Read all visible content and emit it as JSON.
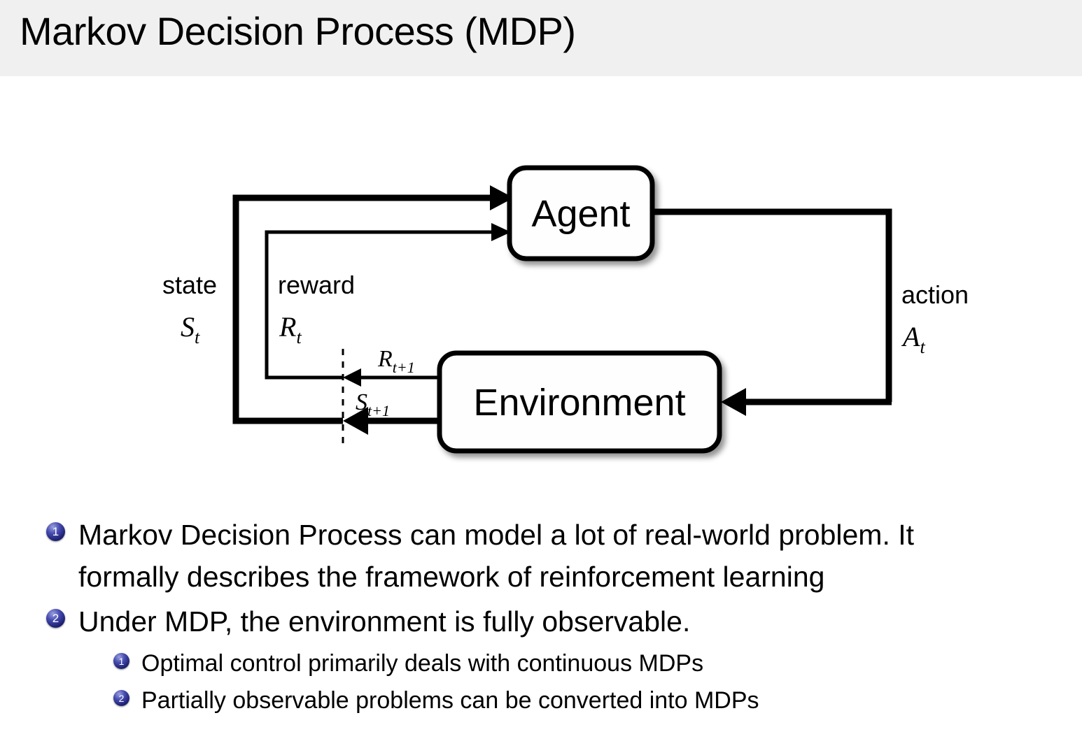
{
  "slide": {
    "title": "Markov Decision Process (MDP)"
  },
  "diagram": {
    "name": "agent-environment-interaction-loop",
    "nodes": {
      "agent": "Agent",
      "environment": "Environment"
    },
    "edges": {
      "state_label": "state",
      "state_symbol": "S",
      "state_symbol_sub": "t",
      "reward_label": "reward",
      "reward_symbol": "R",
      "reward_symbol_sub": "t",
      "action_label": "action",
      "action_symbol": "A",
      "action_symbol_sub": "t",
      "next_reward_symbol": "R",
      "next_reward_sub": "t+1",
      "next_state_symbol": "S",
      "next_state_sub": "t+1"
    }
  },
  "bullets": [
    {
      "marker": "1",
      "line1": "Markov Decision Process can model a lot of real-world problem.  It",
      "line2": "formally describes the framework of reinforcement learning"
    },
    {
      "marker": "2",
      "line1": "Under MDP, the environment is fully observable.",
      "line2": ""
    }
  ],
  "subbullets": [
    {
      "marker": "1",
      "text": "Optimal control primarily deals with continuous MDPs"
    },
    {
      "marker": "2",
      "text": "Partially observable problems can be converted into MDPs"
    }
  ],
  "colors": {
    "header_bg": "#f0f0f0",
    "page_bg": "#ffffff",
    "text": "#000000",
    "marker_blue": "#262a78",
    "diagram_stroke": "#000000"
  }
}
